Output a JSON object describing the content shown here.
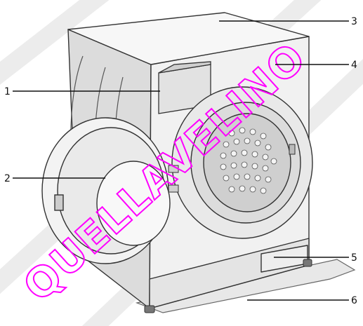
{
  "diagram": {
    "callouts": [
      {
        "number": "1",
        "part": "drawer"
      },
      {
        "number": "2",
        "part": "door"
      },
      {
        "number": "3",
        "part": "top-cover"
      },
      {
        "number": "4",
        "part": "control-panel-area"
      },
      {
        "number": "5",
        "part": "service-flap"
      },
      {
        "number": "6",
        "part": "floor-mat"
      }
    ],
    "watermark": "QUELLAVELINO",
    "colors": {
      "line": "#333333",
      "body": "#f2f2f2",
      "shade": "#d8d8d8",
      "watermark": "#ff00ff",
      "watermark_bg": "#ebebeb"
    }
  }
}
